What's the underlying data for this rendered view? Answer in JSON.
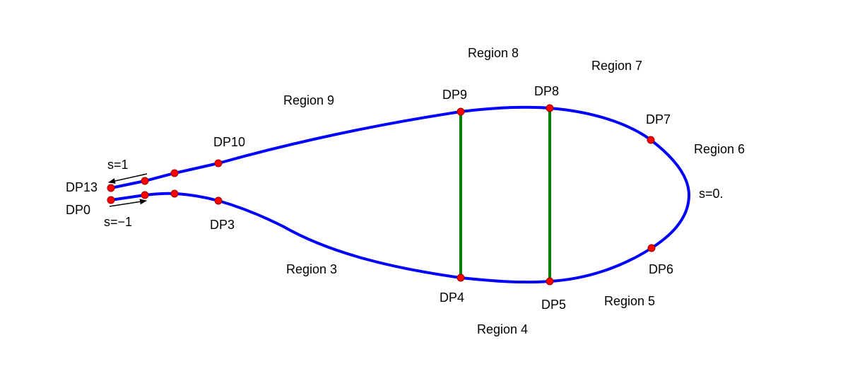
{
  "colors": {
    "airfoil": "#0000ff",
    "web": "#008000",
    "point_fill": "#ff0000",
    "point_stroke": "#990000",
    "text": "#000000"
  },
  "points": {
    "dp0": "DP0",
    "dp3": "DP3",
    "dp4": "DP4",
    "dp5": "DP5",
    "dp6": "DP6",
    "dp7": "DP7",
    "dp8": "DP8",
    "dp9": "DP9",
    "dp10": "DP10",
    "dp13": "DP13"
  },
  "regions": {
    "r3": "Region 3",
    "r4": "Region 4",
    "r5": "Region 5",
    "r6": "Region 6",
    "r7": "Region 7",
    "r8": "Region 8",
    "r9": "Region 9"
  },
  "parameters": {
    "s_top": "s=1",
    "s_bottom": "s=−1",
    "s_nose": "s=0."
  }
}
